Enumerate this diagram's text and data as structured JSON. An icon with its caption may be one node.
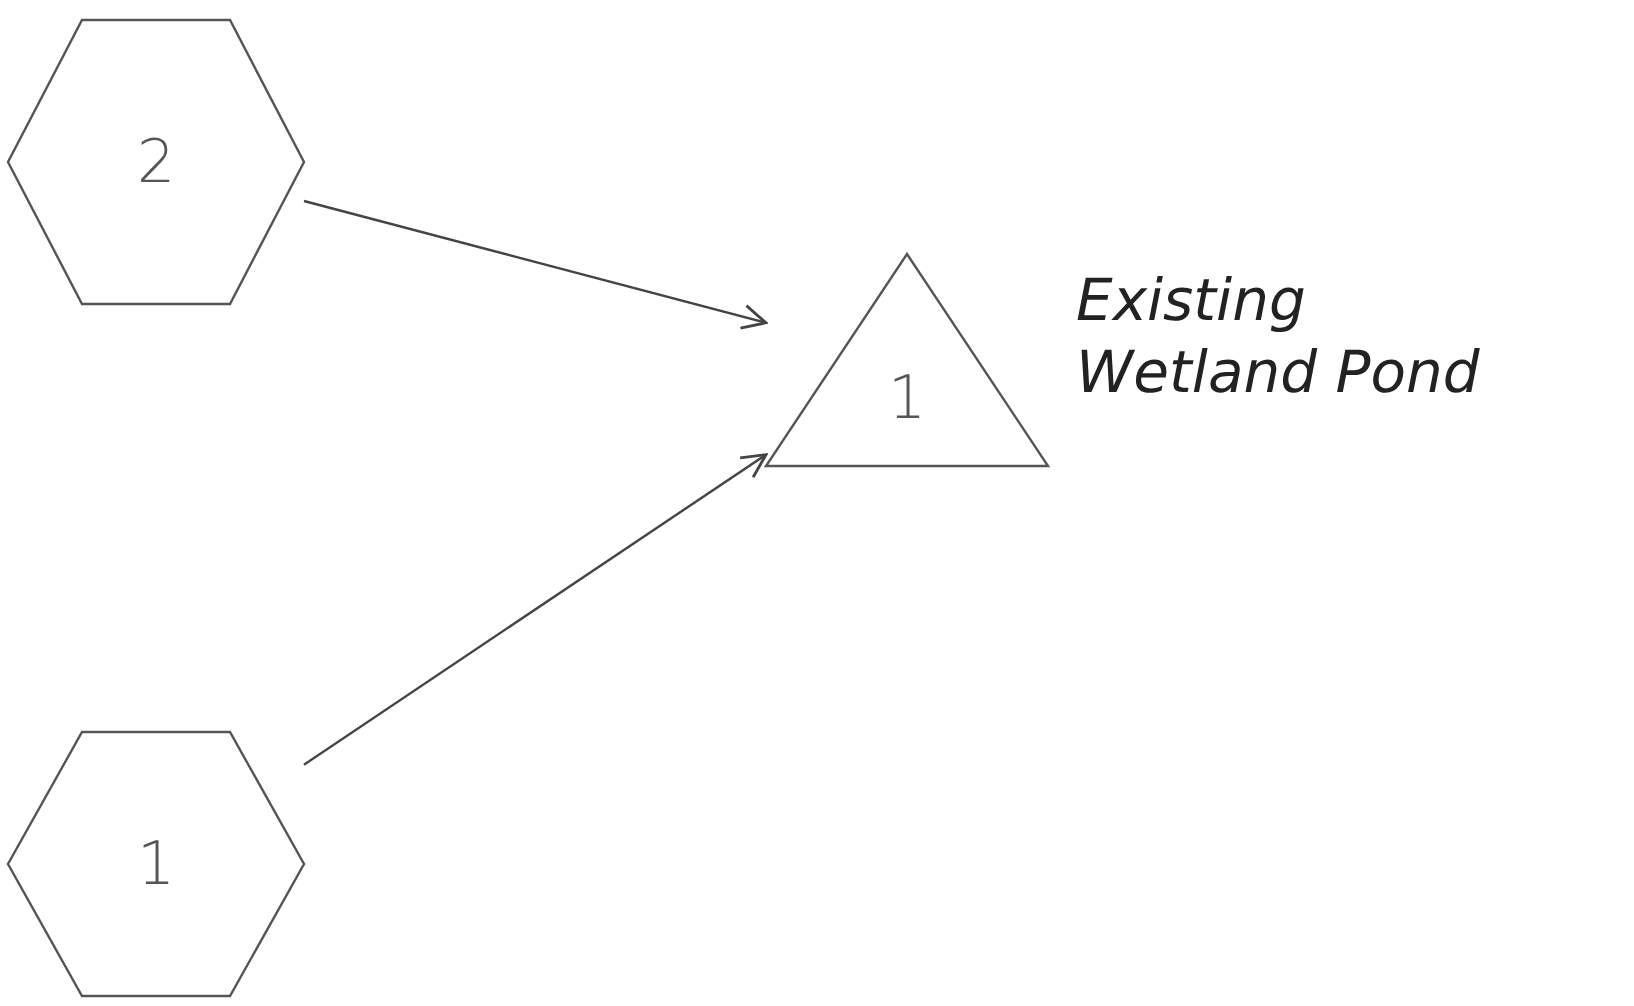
{
  "diagram": {
    "nodes": [
      {
        "text": [
          "2"
        ]
      },
      {
        "text": [
          "1"
        ],
        "beside": [
          "Existing Wetland Pond"
        ]
      },
      {
        "text": [
          "1"
        ]
      }
    ],
    "edges": [
      {
        "from": 0,
        "to": 1,
        "arrow": "to"
      },
      {
        "from": 2,
        "to": 1,
        "arrow": "to"
      }
    ]
  }
}
